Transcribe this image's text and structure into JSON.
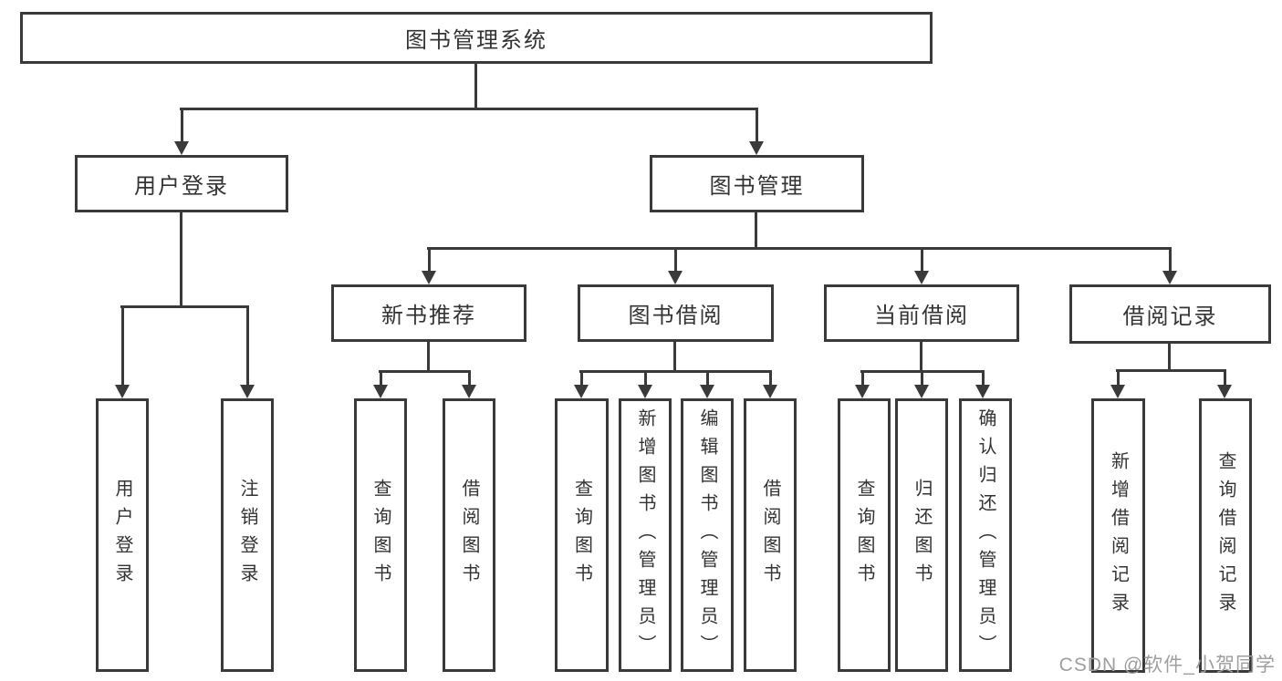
{
  "diagram": {
    "type": "hierarchy-flowchart",
    "tree": {
      "root": {
        "label": "图书管理系统",
        "children": [
          {
            "label": "用户登录",
            "children": [
              {
                "label": "用户登录"
              },
              {
                "label": "注销登录"
              }
            ]
          },
          {
            "label": "图书管理",
            "children": [
              {
                "label": "新书推荐",
                "children": [
                  {
                    "label": "查询图书"
                  },
                  {
                    "label": "借阅图书"
                  }
                ]
              },
              {
                "label": "图书借阅",
                "children": [
                  {
                    "label": "查询图书"
                  },
                  {
                    "label": "新增图书（管理员）"
                  },
                  {
                    "label": "编辑图书（管理员）"
                  },
                  {
                    "label": "借阅图书"
                  }
                ]
              },
              {
                "label": "当前借阅",
                "children": [
                  {
                    "label": "查询图书"
                  },
                  {
                    "label": "归还图书"
                  },
                  {
                    "label": "确认归还（管理员）"
                  }
                ]
              },
              {
                "label": "借阅记录",
                "children": [
                  {
                    "label": "新增借阅记录"
                  },
                  {
                    "label": "查询借阅记录"
                  }
                ]
              }
            ]
          }
        ]
      }
    },
    "colors": {
      "line": "#3a3a3a",
      "border": "#3a3a3a",
      "text": "#333333",
      "background": "#ffffff",
      "watermark_text": "#9e9e9e"
    }
  },
  "watermark": {
    "text": "CSDN @软件_小贺同学"
  }
}
